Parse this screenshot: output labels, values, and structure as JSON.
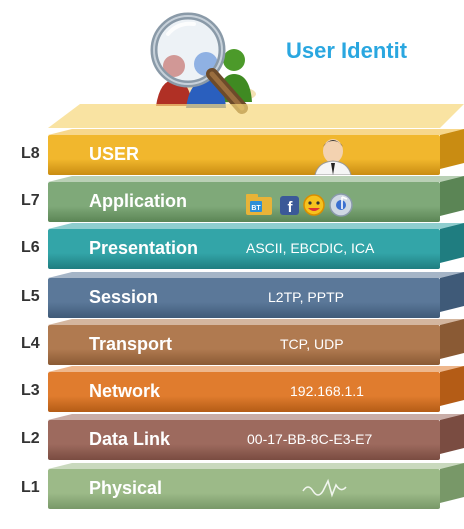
{
  "title": "User Identit",
  "layers": [
    {
      "level": "L8",
      "name": "USER",
      "detail": "",
      "color": "#f1b72d",
      "dark": "#c98c12"
    },
    {
      "level": "L7",
      "name": "Application",
      "detail": "",
      "color": "#7fa979",
      "dark": "#5b8555"
    },
    {
      "level": "L6",
      "name": "Presentation",
      "detail": "ASCII, EBCDIC, ICA",
      "color": "#33a5a8",
      "dark": "#1f7d80"
    },
    {
      "level": "L5",
      "name": "Session",
      "detail": "L2TP, PPTP",
      "color": "#5b7899",
      "dark": "#3f5a78"
    },
    {
      "level": "L4",
      "name": "Transport",
      "detail": "TCP, UDP",
      "color": "#b07a50",
      "dark": "#8a5a34"
    },
    {
      "level": "L3",
      "name": "Network",
      "detail": "192.168.1.1",
      "color": "#e07c2e",
      "dark": "#b45c16"
    },
    {
      "level": "L2",
      "name": "Data Link",
      "detail": "00-17-BB-8C-E3-E7",
      "color": "#9d6a5e",
      "dark": "#7a4c41"
    },
    {
      "level": "L1",
      "name": "Physical",
      "detail": "",
      "color": "#9cba88",
      "dark": "#789868"
    }
  ],
  "icons": {
    "user": "user-avatar-icon",
    "application": [
      "bittorrent-icon",
      "facebook-icon",
      "messenger-icon",
      "itunes-icon"
    ],
    "physical": "signal-wave-icon",
    "logo": "magnifier-users-logo"
  }
}
